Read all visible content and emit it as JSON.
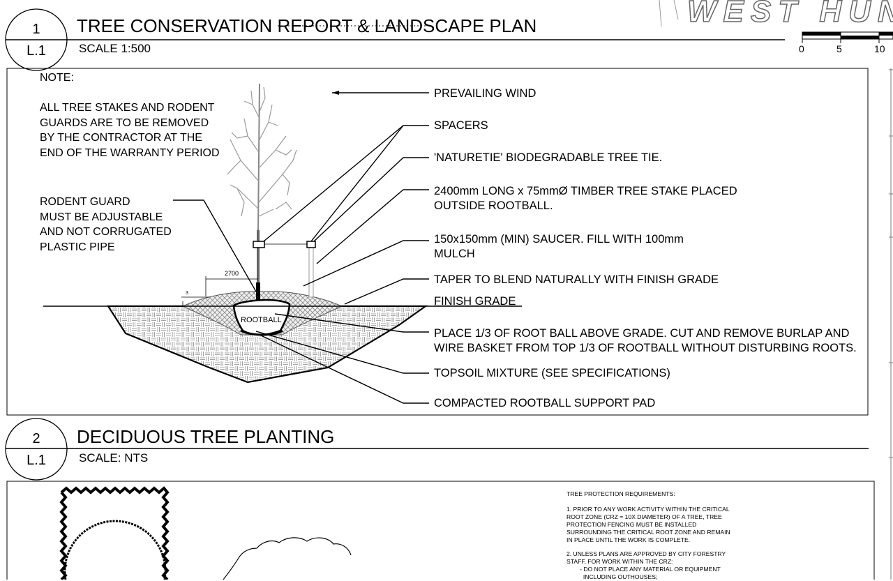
{
  "brand": "WEST HUN",
  "scale_bar": {
    "labels": [
      "0",
      "5",
      "10"
    ]
  },
  "detail1": {
    "number": "1",
    "sheet": "L.1",
    "title": "TREE CONSERVATION REPORT & LANDSCAPE PLAN",
    "scale": "SCALE  1:500"
  },
  "detail2": {
    "number": "2",
    "sheet": "L.1",
    "title": "DECIDUOUS TREE PLANTING",
    "scale": "SCALE: NTS"
  },
  "note_heading": "NOTE:",
  "note_text": "ALL TREE STAKES AND RODENT\nGUARDS ARE TO BE REMOVED\nBY THE CONTRACTOR AT THE\nEND OF THE WARRANTY PERIOD",
  "rodent_text": "RODENT GUARD\nMUST BE ADJUSTABLE\nAND NOT CORRUGATED\nPLASTIC PIPE",
  "dimension": {
    "width": "2700",
    "height": "3"
  },
  "rootball_label": "ROOTBALL",
  "callouts": {
    "wind": "PREVAILING WIND",
    "spacers": "SPACERS",
    "tie": "'NATURETIE' BIODEGRADABLE TREE TIE.",
    "stake": "2400mm LONG x 75mmØ TIMBER TREE STAKE PLACED\nOUTSIDE ROOTBALL.",
    "saucer": "150x150mm (MIN) SAUCER. FILL WITH 100mm\nMULCH",
    "taper": "TAPER TO BLEND NATURALLY WITH FINISH GRADE",
    "finish": "FINISH GRADE",
    "rootball": "PLACE 1/3 OF ROOT BALL ABOVE GRADE. CUT AND REMOVE BURLAP AND\nWIRE BASKET FROM TOP 1/3 OF ROOTBALL WITHOUT DISTURBING ROOTS.",
    "topsoil": "TOPSOIL MIXTURE (SEE SPECIFICATIONS)",
    "pad": "COMPACTED ROOTBALL SUPPORT PAD"
  },
  "protection": {
    "heading": "TREE PROTECTION REQUIREMENTS:",
    "item1": "1. PRIOR TO ANY WORK ACTIVITY WITHIN THE CRITICAL\nROOT ZONE (CRZ = 10X DIAMETER) OF A TREE, TREE\nPROTECTION FENCING MUST BE INSTALLED\nSURROUNDING THE CRITICAL ROOT ZONE AND REMAIN\nIN PLACE UNTIL THE WORK IS COMPLETE.",
    "item2": "2. UNLESS PLANS ARE APPROVED BY CITY FORESTRY\nSTAFF, FOR WORK WITHIN THE CRZ:\n        - DO NOT PLACE ANY MATERIAL OR EQUIPMENT\n          INCLUDING OUTHOUSES;"
  }
}
